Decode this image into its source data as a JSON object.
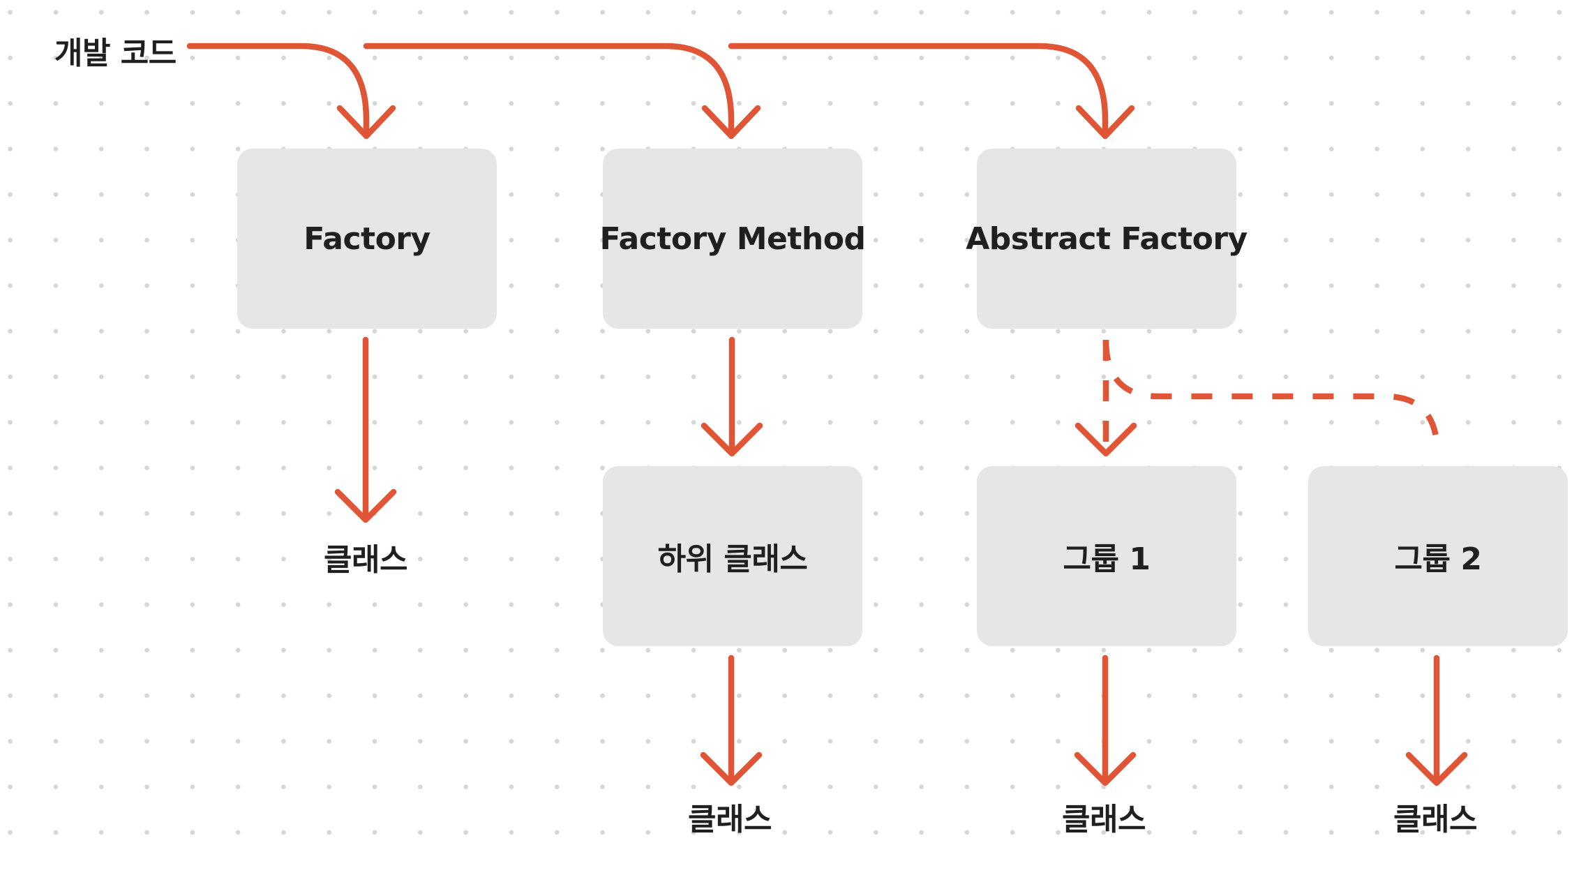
{
  "diagram": {
    "origin_label": "개발 코드",
    "accent_color": "#E05535",
    "node_fill_color": "#E6E6E6",
    "nodes": {
      "factory": "Factory",
      "factory_method": "Factory Method",
      "abstract_factory": "Abstract Factory",
      "subclass": "하위 클래스",
      "group1": "그룹 1",
      "group2": "그룹 2"
    },
    "outputs": {
      "factory_class": "클래스",
      "subclass_class": "클래스",
      "group1_class": "클래스",
      "group2_class": "클래스"
    },
    "edges": [
      {
        "from": "origin",
        "to": "factory",
        "style": "solid"
      },
      {
        "from": "origin",
        "to": "factory_method",
        "style": "solid"
      },
      {
        "from": "origin",
        "to": "abstract_factory",
        "style": "solid"
      },
      {
        "from": "factory",
        "to": "factory_class",
        "style": "solid"
      },
      {
        "from": "factory_method",
        "to": "subclass",
        "style": "solid"
      },
      {
        "from": "subclass",
        "to": "subclass_class",
        "style": "solid"
      },
      {
        "from": "abstract_factory",
        "to": "group1",
        "style": "dashed"
      },
      {
        "from": "abstract_factory",
        "to": "group2",
        "style": "dashed"
      },
      {
        "from": "group1",
        "to": "group1_class",
        "style": "solid"
      },
      {
        "from": "group2",
        "to": "group2_class",
        "style": "solid"
      }
    ]
  }
}
